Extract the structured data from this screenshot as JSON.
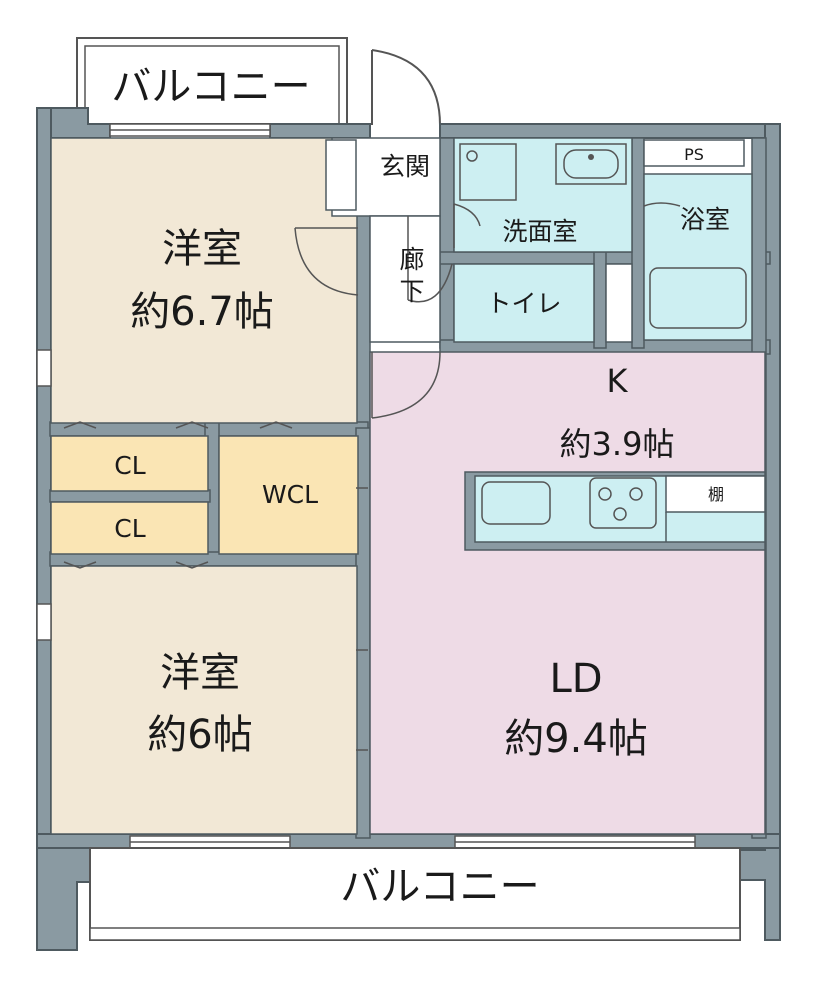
{
  "floorplan": {
    "colors": {
      "wall": "#8a9aa2",
      "wall_edge": "#4e5a60",
      "western_room": "#f2e8d6",
      "living": "#eedbe6",
      "wet_area": "#cdeff2",
      "storage": "#fae5b4",
      "balcony": "#ffffff"
    },
    "labels": {
      "balcony_top": "バルコニー",
      "balcony_bottom": "バルコニー",
      "entrance": "玄関",
      "corridor_1": "廊",
      "corridor_2": "下",
      "washroom": "洗面室",
      "bathroom": "浴室",
      "toilet": "トイレ",
      "ps": "PS",
      "kitchen": "K",
      "kitchen_size": "約3.9帖",
      "shelf": "棚",
      "western1": "洋室",
      "western1_size": "約6.7帖",
      "western2": "洋室",
      "western2_size": "約6帖",
      "closet1": "CL",
      "closet2": "CL",
      "walkin_closet": "WCL",
      "living_dining": "LD",
      "living_dining_size": "約9.4帖"
    }
  }
}
